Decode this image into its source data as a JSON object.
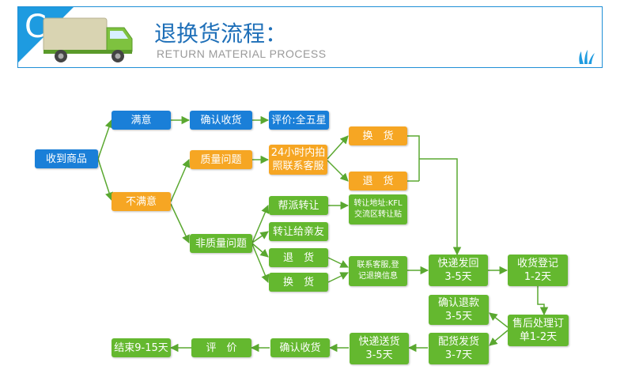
{
  "header": {
    "title": "退换货流程：",
    "subtitle": "RETURN MATERIAL PROCESS",
    "corner_letter": "C",
    "icons": {
      "truck": "truck-icon",
      "grass": "grass-icon"
    },
    "colors": {
      "header_border": "#1f8fd6",
      "title": "#1e6fb8"
    }
  },
  "colors": {
    "blue": "#1a7fd8",
    "orange": "#f6a623",
    "green": "#64b82f",
    "line": "#5aa830"
  },
  "nodes": {
    "receive": "收到商品",
    "satisfied": "满意",
    "confirm_receipt": "确认收货",
    "five_star": "评价:全五星",
    "unsatisfied": "不满意",
    "quality_issue": "质量问题",
    "photo_contact": "24小时内拍\n照联系客服",
    "exchange_1": "换　货",
    "return_1": "退　货",
    "non_quality_issue": "非质量问题",
    "help_transfer": "帮派转让",
    "transfer_address": "转让地址:KFL\n交流区转让贴",
    "transfer_friend": "转让给亲友",
    "return_2": "退　货",
    "exchange_2": "换　货",
    "contact_register": "联系客服,登\n记退换信息",
    "express_ship": "快递发回\n3-5天",
    "receipt_register": "收货登记\n1-2天",
    "confirm_refund": "确认退款\n3-5天",
    "after_sales": "售后处理订\n单1-2天",
    "dispatch": "配货发货\n3-7天",
    "express_deliver": "快递送货\n3-5天",
    "confirm_receipt_2": "确认收货",
    "review": "评　价",
    "end": "结束9-15天"
  }
}
